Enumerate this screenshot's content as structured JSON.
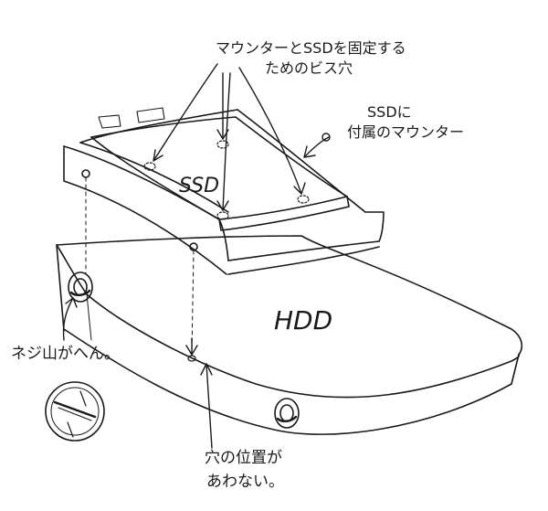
{
  "labels": {
    "mounter_screws_line1": "マウンターとSSDを固定する",
    "mounter_screws_line2": "ためのビス穴",
    "ssd_mounter_line1": "SSDに",
    "ssd_mounter_line2": "付属のマウンター",
    "ssd": "SSD",
    "hdd": "HDD",
    "screw_head": "ネジ山がへん。",
    "hole_line1": "穴の位置が",
    "hole_line2": "あわない。"
  }
}
